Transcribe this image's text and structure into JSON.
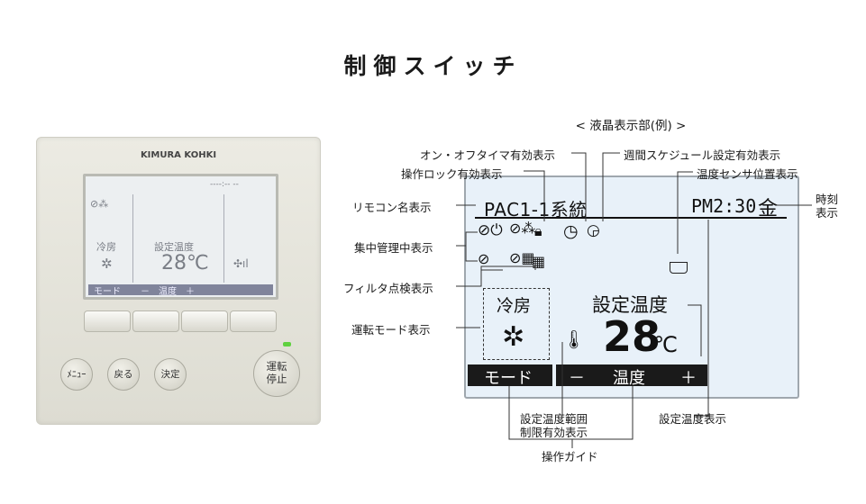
{
  "title": "制御スイッチ",
  "device": {
    "brand": "KIMURA KOHKI",
    "mini_screen": {
      "top_dashes": "----:-- --",
      "mode_text": "冷房",
      "setpoint_label": "設定温度",
      "temp": "28℃",
      "bar_mode": "モード",
      "bar_temp": "－　温度　＋"
    },
    "buttons": {
      "menu": "ﾒﾆｭｰ",
      "back": "戻る",
      "ok": "決定",
      "run_line1": "運転",
      "run_line2": "停止"
    }
  },
  "lcd_header": "< 液晶表示部(例) >",
  "lcd": {
    "remote_name": "PAC1-1系統",
    "clock": "PM2:30",
    "weekday": "金",
    "mode": "冷房",
    "setpoint_label": "設定温度",
    "temp_value": "28",
    "temp_unit": "℃",
    "guide_mode": "モード",
    "guide_minus": "－",
    "guide_temp": "温度",
    "guide_plus": "＋"
  },
  "labels": {
    "timer": "オン・オフタイマ有効表示",
    "lock": "操作ロック有効表示",
    "schedule": "週間スケジュール設定有効表示",
    "sensor": "温度センサ位置表示",
    "remote_name": "リモコン名表示",
    "clock_line1": "時刻",
    "clock_line2": "表示",
    "central": "集中管理中表示",
    "filter": "フィルタ点検表示",
    "mode": "運転モード表示",
    "range_line1": "設定温度範囲",
    "range_line2": "制限有効表示",
    "setpoint": "設定温度表示",
    "guide": "操作ガイド"
  }
}
